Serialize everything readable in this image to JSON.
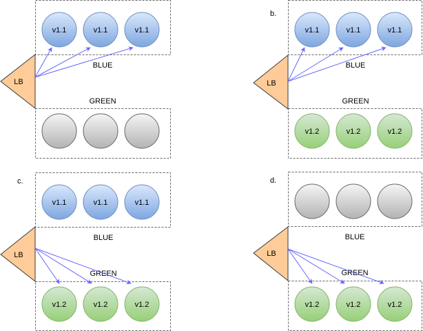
{
  "colors": {
    "box_stroke": "#666666",
    "lb_fill": "#ffcc99",
    "lb_stroke": "#36393d",
    "arrow": "#6666ff",
    "blue_fill_top": "#dae8fc",
    "blue_fill_bottom": "#7ea6e0",
    "blue_stroke": "#6c8ebf",
    "green_fill_top": "#d5e8d4",
    "green_fill_bottom": "#97d077",
    "green_stroke": "#82b366",
    "gray_fill_top": "#f5f5f5",
    "gray_fill_bottom": "#b3b3b3",
    "gray_stroke": "#666666"
  },
  "panels": [
    {
      "label": "",
      "lb_label": "LB",
      "blue_label": "BLUE",
      "green_label": "GREEN",
      "blue_nodes": [
        {
          "label": "v1.1",
          "state": "blue"
        },
        {
          "label": "v1.1",
          "state": "blue"
        },
        {
          "label": "v1.1",
          "state": "blue"
        }
      ],
      "green_nodes": [
        {
          "label": "",
          "state": "gray"
        },
        {
          "label": "",
          "state": "gray"
        },
        {
          "label": "",
          "state": "gray"
        }
      ],
      "traffic_to": "blue"
    },
    {
      "label": "b.",
      "lb_label": "LB",
      "blue_label": "BLUE",
      "green_label": "GREEN",
      "blue_nodes": [
        {
          "label": "v1.1",
          "state": "blue"
        },
        {
          "label": "v1.1",
          "state": "blue"
        },
        {
          "label": "v1.1",
          "state": "blue"
        }
      ],
      "green_nodes": [
        {
          "label": "v1.2",
          "state": "green"
        },
        {
          "label": "v1.2",
          "state": "green"
        },
        {
          "label": "v1.2",
          "state": "green"
        }
      ],
      "traffic_to": "blue"
    },
    {
      "label": "c.",
      "lb_label": "LB",
      "blue_label": "BLUE",
      "green_label": "GREEN",
      "blue_nodes": [
        {
          "label": "v1.1",
          "state": "blue"
        },
        {
          "label": "v1.1",
          "state": "blue"
        },
        {
          "label": "v1.1",
          "state": "blue"
        }
      ],
      "green_nodes": [
        {
          "label": "v1.2",
          "state": "green"
        },
        {
          "label": "v1.2",
          "state": "green"
        },
        {
          "label": "v1.2",
          "state": "green"
        }
      ],
      "traffic_to": "green"
    },
    {
      "label": "d.",
      "lb_label": "LB",
      "blue_label": "BLUE",
      "green_label": "GREEN",
      "blue_nodes": [
        {
          "label": "",
          "state": "gray"
        },
        {
          "label": "",
          "state": "gray"
        },
        {
          "label": "",
          "state": "gray"
        }
      ],
      "green_nodes": [
        {
          "label": "v1.2",
          "state": "green"
        },
        {
          "label": "v1.2",
          "state": "green"
        },
        {
          "label": "v1.2",
          "state": "green"
        }
      ],
      "traffic_to": "green"
    }
  ]
}
